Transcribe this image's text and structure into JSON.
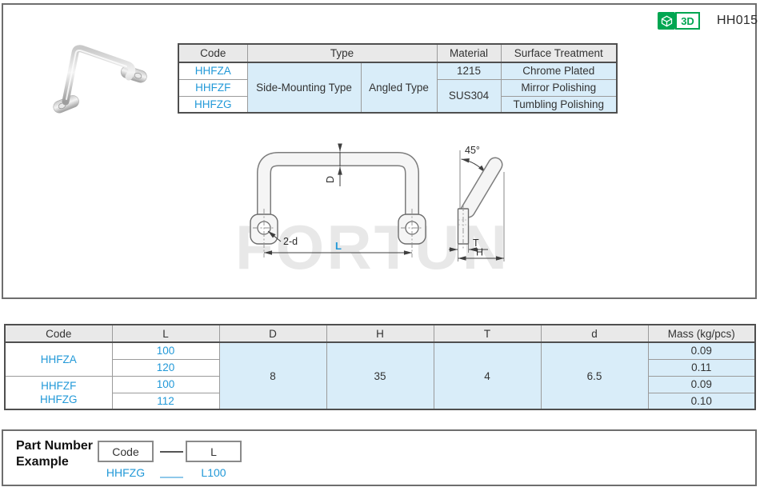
{
  "badge": {
    "label_3d": "3D",
    "part_series": "HH015"
  },
  "type_table": {
    "headers": [
      "Code",
      "Type",
      "Material",
      "Surface Treatment"
    ],
    "codes": [
      "HHFZA",
      "HHFZF",
      "HHFZG"
    ],
    "mounting_type": "Side-Mounting Type",
    "angle_type": "Angled Type",
    "materials": [
      "1215",
      "SUS304"
    ],
    "treatments": [
      "Chrome Plated",
      "Mirror Polishing",
      "Tumbling Polishing"
    ]
  },
  "drawing": {
    "front": {
      "d_label": "D",
      "hole_label": "2-d",
      "l_label": "L"
    },
    "side": {
      "angle_label": "45°",
      "t_label": "T",
      "h_label": "H"
    }
  },
  "watermark": "FORTUN",
  "dim_table": {
    "headers": [
      "Code",
      "L",
      "D",
      "H",
      "T",
      "d",
      "Mass (kg/pcs)"
    ],
    "group1_code": "HHFZA",
    "group2_codes": [
      "HHFZF",
      "HHFZG"
    ],
    "l_values": [
      "100",
      "120",
      "100",
      "112"
    ],
    "mass_values": [
      "0.09",
      "0.11",
      "0.09",
      "0.10"
    ],
    "d_value": "8",
    "h_value": "35",
    "t_value": "4",
    "dia_value": "6.5"
  },
  "part_number_example": {
    "label_line1": "Part Number",
    "label_line2": "Example",
    "code_box": "Code",
    "l_box": "L",
    "example_code": "HHFZG",
    "example_l": "L100"
  },
  "colors": {
    "accent_blue": "#2299d8",
    "badge_green": "#00a651",
    "table_cell_blue": "#d9edf9",
    "header_gray": "#e9e9e9"
  }
}
